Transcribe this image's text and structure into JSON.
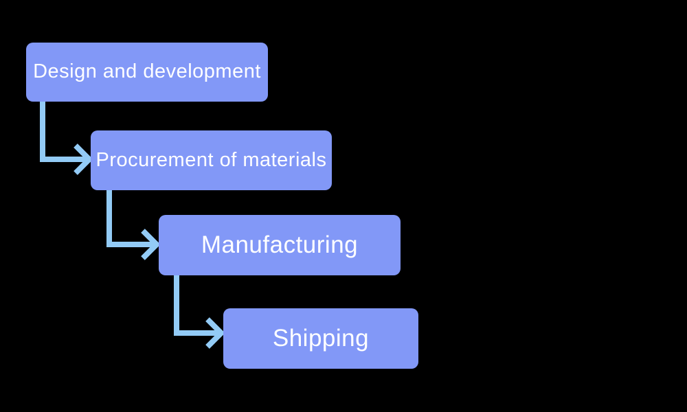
{
  "diagram": {
    "type": "flowchart",
    "direction": "top-left to bottom-right staircase",
    "steps": [
      {
        "label": "Design and development"
      },
      {
        "label": "Procurement of materials"
      },
      {
        "label": "Manufacturing"
      },
      {
        "label": "Shipping"
      }
    ],
    "connections": [
      {
        "from": "Design and development",
        "to": "Procurement of materials"
      },
      {
        "from": "Procurement of materials",
        "to": "Manufacturing"
      },
      {
        "from": "Manufacturing",
        "to": "Shipping"
      }
    ]
  },
  "colors": {
    "background": "#000000",
    "box_fill": "#8298f7",
    "arrow": "#93cbf6",
    "text": "#ffffff"
  }
}
